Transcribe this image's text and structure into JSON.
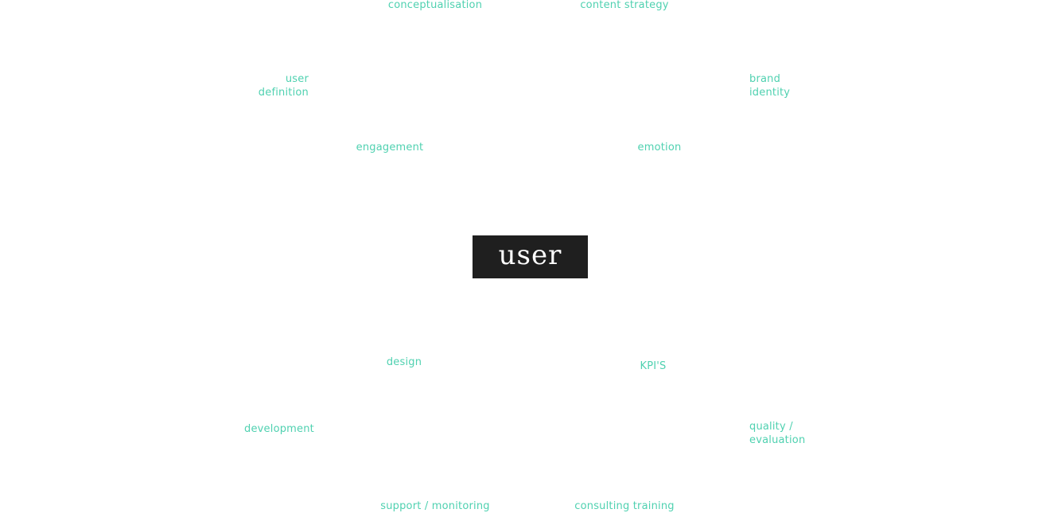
{
  "center": {
    "label": "user"
  },
  "accent_color": "#4fd1b0",
  "nodes": {
    "conceptualisation": "conceptualisation",
    "content_strategy": "content strategy",
    "user_definition": [
      "user",
      "definition"
    ],
    "brand_identity": [
      "brand",
      "identity"
    ],
    "engagement": "engagement",
    "emotion": "emotion",
    "design": "design",
    "kpis": "KPI'S",
    "development": "development",
    "quality_evaluation": [
      "quality /",
      "evaluation"
    ],
    "support_monitoring": "support / monitoring",
    "consulting_training": "consulting training"
  }
}
